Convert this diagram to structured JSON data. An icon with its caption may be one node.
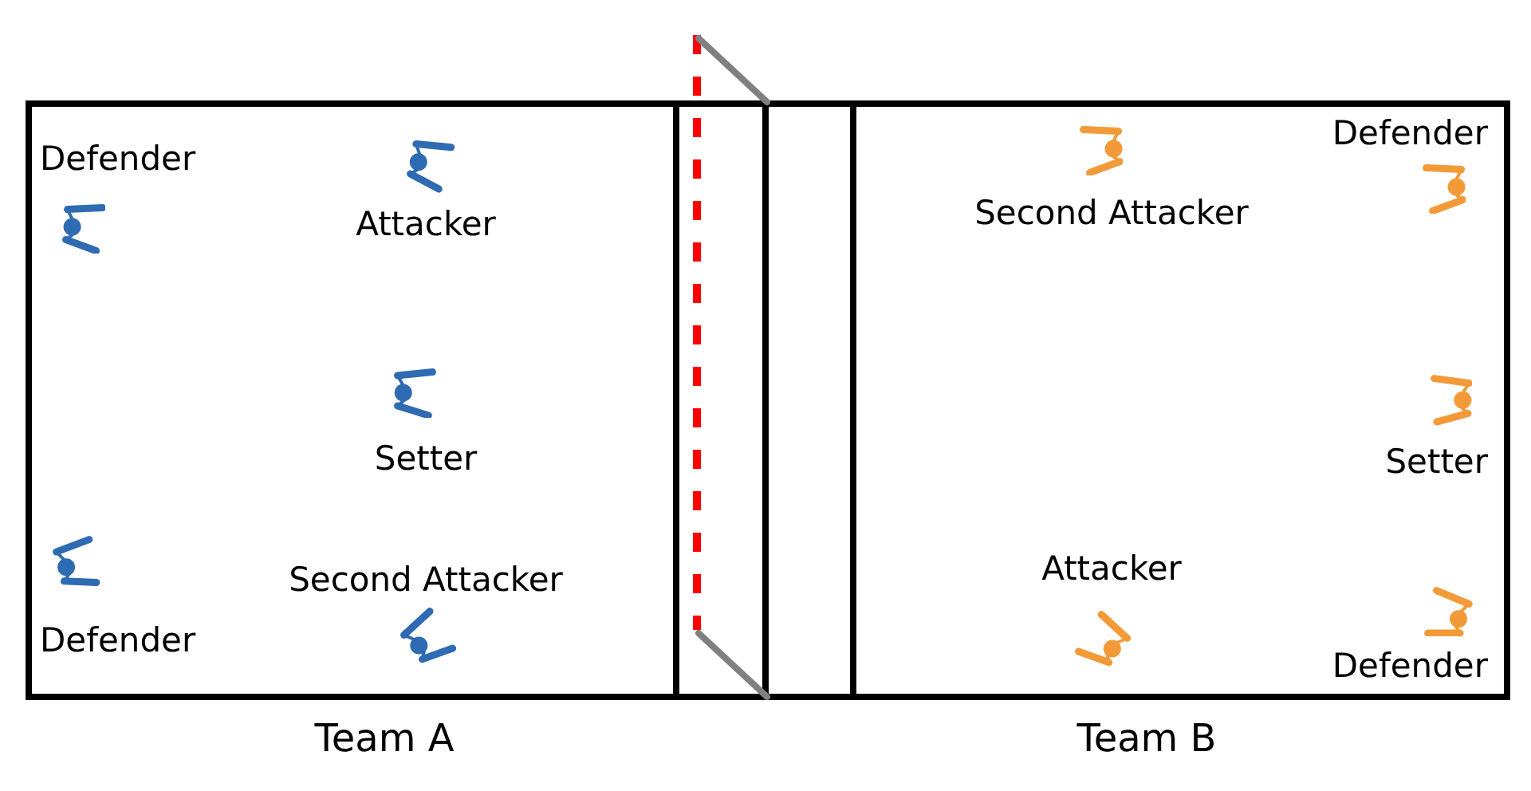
{
  "diagram": {
    "nodes": [
      {
        "text": [
          "Team A"
        ]
      },
      {
        "text": [],
        "shape": "person",
        "beside": [
          "Defender"
        ],
        "in": 0
      },
      {
        "text": [],
        "shape": "person",
        "beside": [
          "Attacker"
        ],
        "in": 0
      },
      {
        "text": [],
        "shape": "person",
        "beside": [
          "Setter"
        ],
        "in": 0
      },
      {
        "text": [],
        "shape": "person",
        "beside": [
          "Defender"
        ],
        "in": 0
      },
      {
        "text": [],
        "shape": "person",
        "beside": [
          "Second Attacker"
        ],
        "in": 0
      },
      {
        "text": [],
        "shape": "box"
      },
      {
        "text": [],
        "shape": "box"
      },
      {
        "text": [
          "Team B"
        ]
      },
      {
        "text": [],
        "shape": "person",
        "beside": [
          "Second Attacker"
        ],
        "in": 8
      },
      {
        "text": [],
        "shape": "person",
        "beside": [
          "Defender"
        ],
        "in": 8
      },
      {
        "text": [],
        "shape": "person",
        "beside": [
          "Setter"
        ],
        "in": 8
      },
      {
        "text": [],
        "shape": "person",
        "beside": [
          "Attacker"
        ],
        "in": 8
      },
      {
        "text": [],
        "shape": "person",
        "beside": [
          "Defender"
        ],
        "in": 8
      }
    ]
  }
}
